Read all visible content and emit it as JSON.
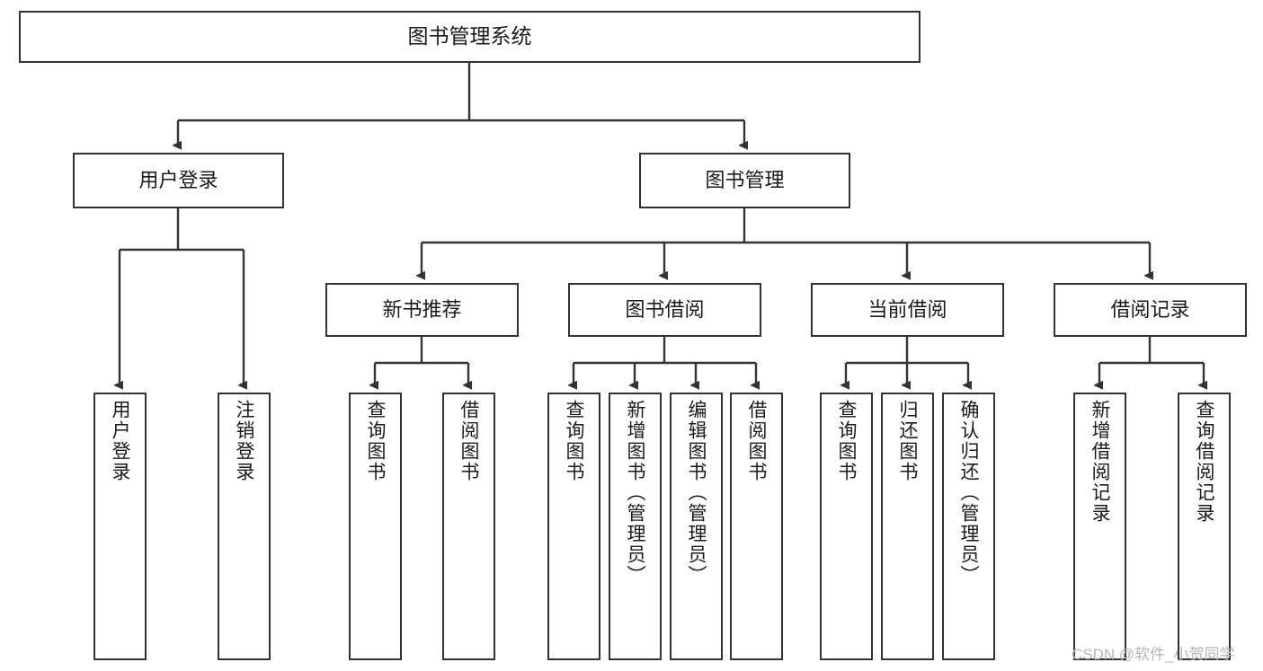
{
  "diagram": {
    "title": "图书管理系统",
    "watermark": "CSDN @软件_小贺同学",
    "colors": {
      "box_border": "#333333",
      "box_fill": "#ffffff",
      "edge": "#333333",
      "text": "#1a1a1a",
      "watermark": "#b6b6b6",
      "background": "#ffffff"
    },
    "levels": {
      "root": "图书管理系统",
      "level2": [
        "用户登录",
        "图书管理"
      ],
      "level3": [
        "新书推荐",
        "图书借阅",
        "当前借阅",
        "借阅记录"
      ]
    },
    "nodes": {
      "root": {
        "label": "图书管理系统"
      },
      "user_login": {
        "label": "用户登录"
      },
      "book_manage": {
        "label": "图书管理"
      },
      "new_book_rec": {
        "label": "新书推荐"
      },
      "book_borrow": {
        "label": "图书借阅"
      },
      "current_borrow": {
        "label": "当前借阅"
      },
      "borrow_record": {
        "label": "借阅记录"
      },
      "leaf_user_login": {
        "label": "用户登录"
      },
      "leaf_logout": {
        "label": "注销登录"
      },
      "leaf_query_book_1": {
        "label": "查询图书"
      },
      "leaf_borrow_book_1": {
        "label": "借阅图书"
      },
      "leaf_query_book_2": {
        "label": "查询图书"
      },
      "leaf_add_book": {
        "label": "新增图书（管理员）"
      },
      "leaf_edit_book": {
        "label": "编辑图书（管理员）"
      },
      "leaf_borrow_book_2": {
        "label": "借阅图书"
      },
      "leaf_query_book_3": {
        "label": "查询图书"
      },
      "leaf_return_book": {
        "label": "归还图书"
      },
      "leaf_confirm_return": {
        "label": "确认归还（管理员）"
      },
      "leaf_add_record": {
        "label": "新增借阅记录"
      },
      "leaf_query_record": {
        "label": "查询借阅记录"
      }
    },
    "edges": [
      {
        "from": "root",
        "to": "user_login"
      },
      {
        "from": "root",
        "to": "book_manage"
      },
      {
        "from": "user_login",
        "to": "leaf_user_login"
      },
      {
        "from": "user_login",
        "to": "leaf_logout"
      },
      {
        "from": "book_manage",
        "to": "new_book_rec"
      },
      {
        "from": "book_manage",
        "to": "book_borrow"
      },
      {
        "from": "book_manage",
        "to": "current_borrow"
      },
      {
        "from": "book_manage",
        "to": "borrow_record"
      },
      {
        "from": "new_book_rec",
        "to": "leaf_query_book_1"
      },
      {
        "from": "new_book_rec",
        "to": "leaf_borrow_book_1"
      },
      {
        "from": "book_borrow",
        "to": "leaf_query_book_2"
      },
      {
        "from": "book_borrow",
        "to": "leaf_add_book"
      },
      {
        "from": "book_borrow",
        "to": "leaf_edit_book"
      },
      {
        "from": "book_borrow",
        "to": "leaf_borrow_book_2"
      },
      {
        "from": "current_borrow",
        "to": "leaf_query_book_3"
      },
      {
        "from": "current_borrow",
        "to": "leaf_return_book"
      },
      {
        "from": "current_borrow",
        "to": "leaf_confirm_return"
      },
      {
        "from": "borrow_record",
        "to": "leaf_add_record"
      },
      {
        "from": "borrow_record",
        "to": "leaf_query_record"
      }
    ]
  }
}
